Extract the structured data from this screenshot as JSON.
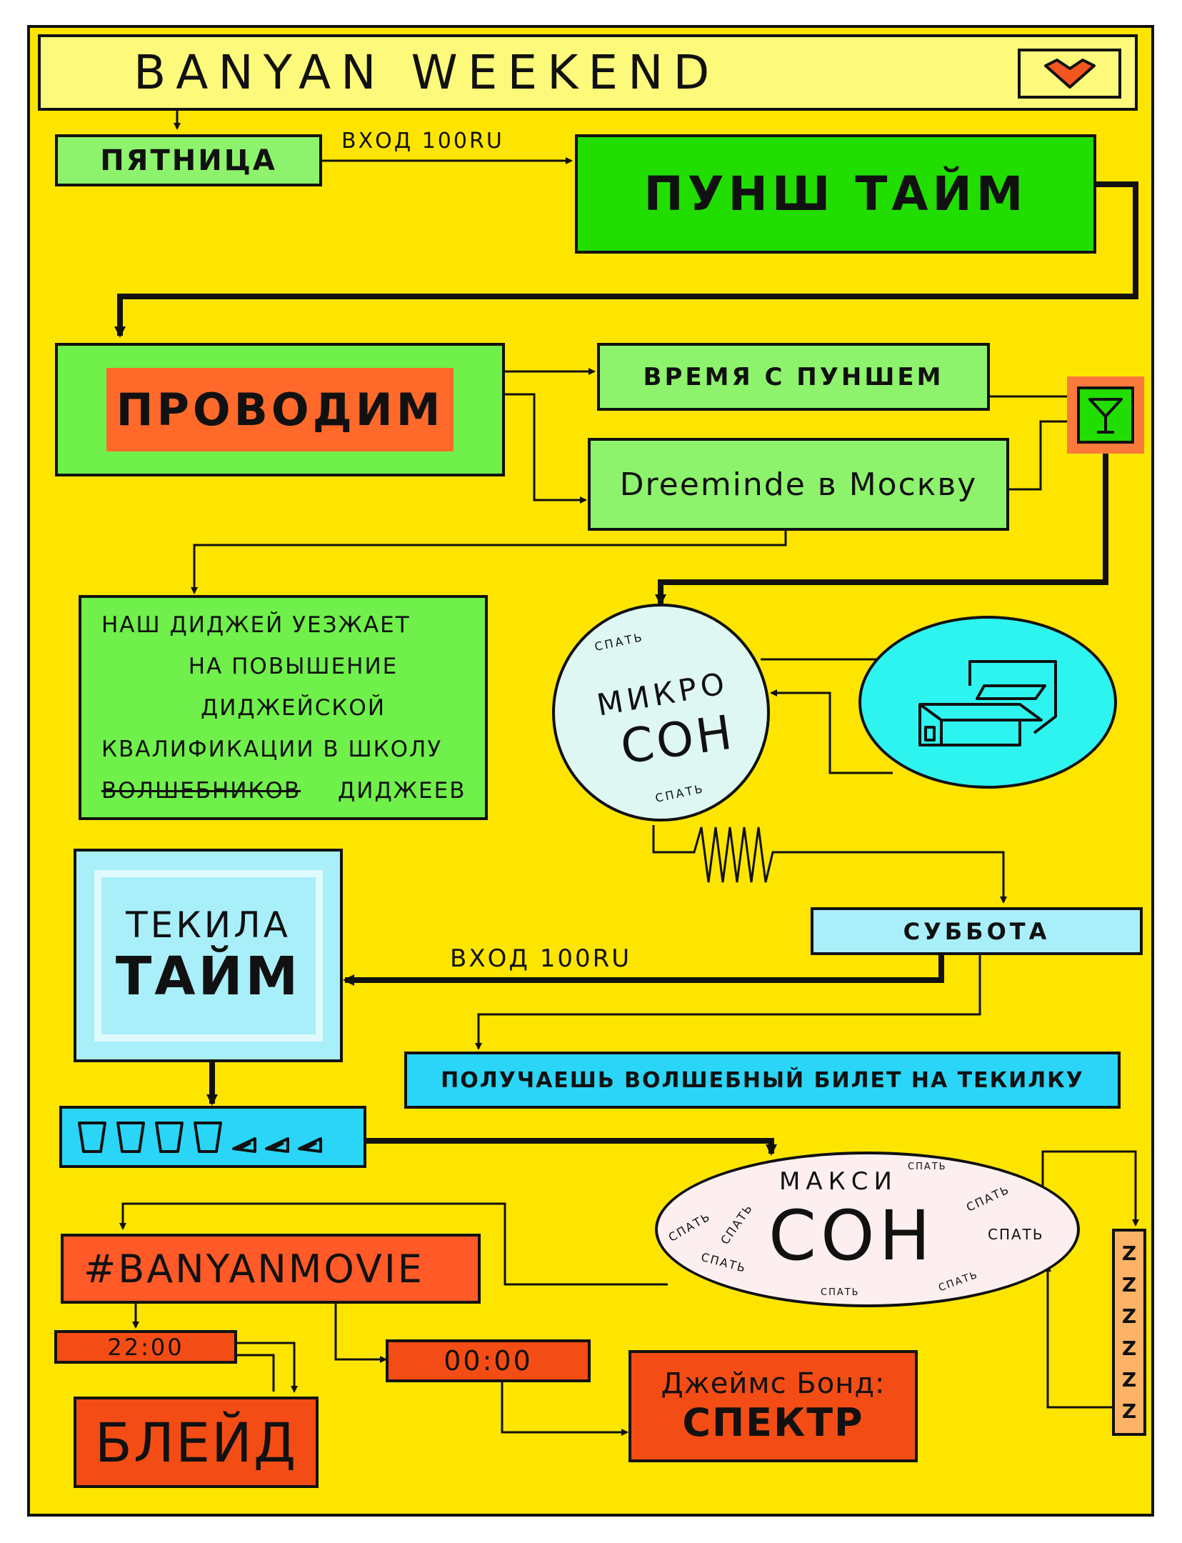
{
  "header": {
    "title": "BANYAN WEEKEND",
    "heart_icon": "heart-icon"
  },
  "friday": {
    "label": "ПЯТНИЦА",
    "entry": "ВХОД 100RU",
    "punch_time": "ПУНШ ТАЙМ"
  },
  "send_off": {
    "label": "ПРОВОДИМ",
    "time_with_punch": "ВРЕМЯ С ПУНШЕМ",
    "dreeminde": "Dreeminde в Москву",
    "cocktail_icon": "cocktail-glass-icon",
    "dj_note": {
      "line1": "НАШ ДИДЖЕЙ УЕЗЖАЕТ",
      "line2": "НА ПОВЫШЕНИЕ ДИДЖЕЙСКОЙ",
      "line3": "КВАЛИФИКАЦИИ В ШКОЛУ",
      "struck": "ВОЛШЕБНИКОВ",
      "line4_end": "ДИДЖЕЕВ"
    }
  },
  "micro_sleep": {
    "top": "МИКРО",
    "main": "СОН",
    "sleep_word": "СПАТЬ",
    "bed_icon": "bed-icon"
  },
  "saturday": {
    "label": "СУББОТА",
    "entry": "ВХОД 100RU",
    "tequila_line1": "ТЕКИЛА",
    "tequila_line2": "ТАЙМ",
    "ticket": "ПОЛУЧАЕШЬ ВОЛШЕБНЫЙ БИЛЕТ НА ТЕКИЛКУ",
    "shots_icon": "tequila-shots-icon"
  },
  "maxi_sleep": {
    "top": "МАКСИ",
    "main": "СОН",
    "sleep_word": "СПАТЬ",
    "zzz": [
      "Z",
      "Z",
      "Z",
      "Z",
      "Z",
      "Z"
    ]
  },
  "movie": {
    "tag": "#BANYANMOVIE",
    "time1": "22:00",
    "film1": "БЛЕЙД",
    "time2": "00:00",
    "film2_line1": "Джеймс Бонд:",
    "film2_line2": "СПЕКТР"
  },
  "colors": {
    "background": "#fde500",
    "green": "#22dd00",
    "light_green": "#8ef36c",
    "orange": "#ff6a2a",
    "light_cyan": "#a8effa",
    "cyan": "#2ad5f7",
    "red_orange": "#f34d15"
  }
}
